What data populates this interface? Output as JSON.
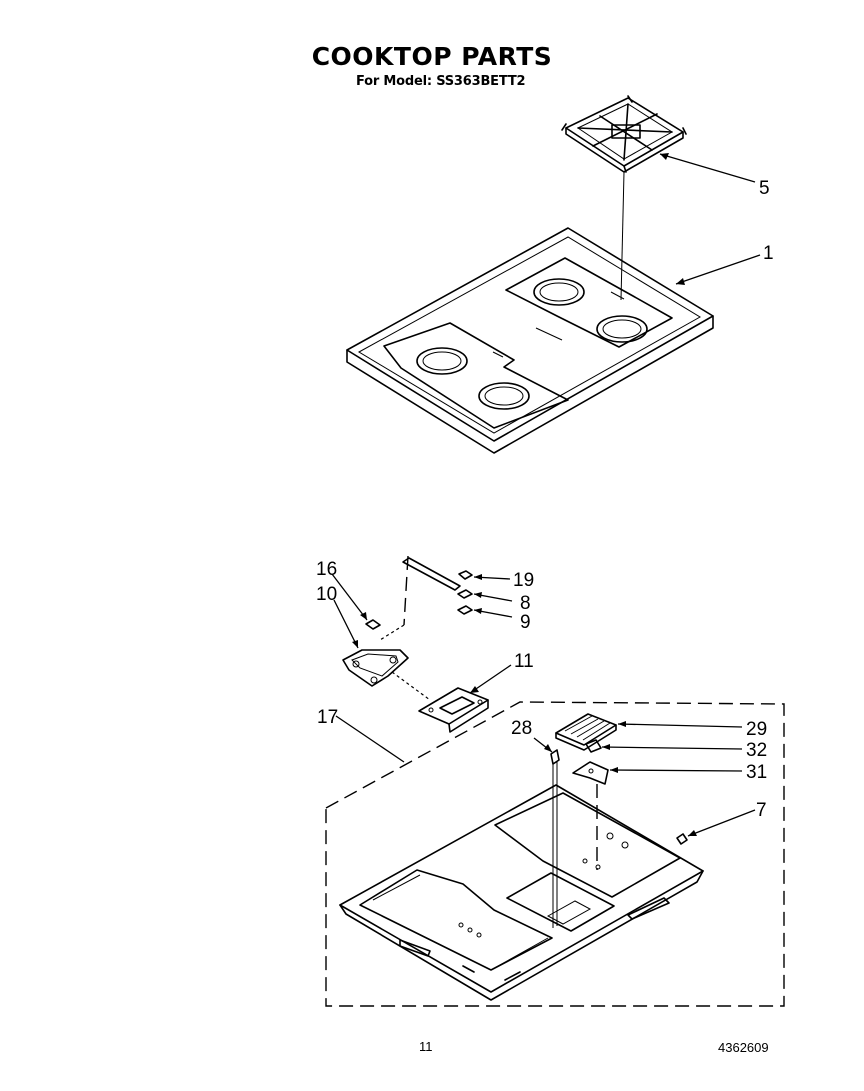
{
  "header": {
    "title": "COOKTOP PARTS",
    "subtitle": "For Model: SS363BETT2"
  },
  "callouts": [
    {
      "id": "c5",
      "label": "5"
    },
    {
      "id": "c1",
      "label": "1"
    },
    {
      "id": "c16",
      "label": "16"
    },
    {
      "id": "c10",
      "label": "10"
    },
    {
      "id": "c19",
      "label": "19"
    },
    {
      "id": "c8",
      "label": "8"
    },
    {
      "id": "c9",
      "label": "9"
    },
    {
      "id": "c11",
      "label": "11"
    },
    {
      "id": "c17",
      "label": "17"
    },
    {
      "id": "c28",
      "label": "28"
    },
    {
      "id": "c29",
      "label": "29"
    },
    {
      "id": "c32",
      "label": "32"
    },
    {
      "id": "c31",
      "label": "31"
    },
    {
      "id": "c7",
      "label": "7"
    }
  ],
  "footer": {
    "page_number": "11",
    "document_number": "4362609"
  }
}
